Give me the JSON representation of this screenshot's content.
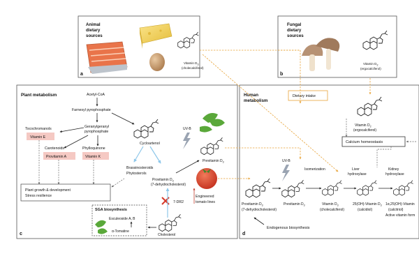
{
  "panels": {
    "a": {
      "letter": "a",
      "title_line1": "Animal",
      "title_line2": "dietary",
      "title_line3": "sources",
      "vitamin_d3": "Vitamin D",
      "vitamin_d3_sub": "3",
      "cholecalciferol": "(cholecalciferol)"
    },
    "b": {
      "letter": "b",
      "title_line1": "Fungal",
      "title_line2": "dietary",
      "title_line3": "sources",
      "vitamin_d2": "Vitamin D",
      "vitamin_d2_sub": "2",
      "ergocalciferol": "(ergocalciferol)"
    },
    "c": {
      "letter": "c",
      "title": "Plant metabolism"
    },
    "d": {
      "letter": "d",
      "title_line1": "Human",
      "title_line2": "metabolism"
    }
  },
  "plant": {
    "acetyl_coa": "Acetyl-CoA",
    "farnesyl": "Farnesyl pyrophosphate",
    "ggpp_line1": "Geranylgeranyl",
    "ggpp_line2": "pyrophosphate",
    "tocochromanols": "Tocochromanols",
    "vitamin_e": "Vitamin E",
    "carotenoids": "Carotenoids",
    "provitamin_a": "Provitamin A",
    "phylloquinone": "Phylloquinone",
    "vitamin_k": "Vitamin K",
    "cycloartenol": "Cycloartenol",
    "brassinosteroids": "Brassinosteroids",
    "phytosterols": "Phytosterols",
    "provit_d3": "Provitamin D",
    "provit_d3_sub": "3",
    "dehydrocholesterol": "(7-dehydrocholesterol)",
    "uvb": "UV-B",
    "previt_d3": "Previtamin D",
    "previt_d3_sub": "3",
    "engineered_line1": "Engineered",
    "engineered_line2": "tomato lines",
    "dr2": "7-DR2",
    "growth_line1": "Plant growth & development",
    "growth_line2": "Stress resilience",
    "sga_title": "SGA biosynthesis",
    "esculeoside": "Esculeoside A, B",
    "tomatine": "α-Tomatine",
    "cholesterol": "Cholesterol"
  },
  "human": {
    "dietary_intake": "Dietary intake",
    "vitamin_d2": "Vitamin D",
    "vitamin_d2_sub": "2",
    "ergocalciferol": "(ergocalciferol)",
    "calcium": "Calcium homeostasis",
    "uvb": "UV-B",
    "isomerization": "Isomerization",
    "liver_line1": "Liver",
    "liver_line2": "hydroxylase",
    "kidney_line1": "Kidney",
    "kidney_line2": "hydroxylase",
    "provit_d3": "Provitamin D",
    "provit_d3_sub": "3",
    "dehydro": "(7-dehydrocholesterol)",
    "previt_d3": "Previtamin D",
    "previt_d3_sub": "3",
    "vit_d3": "Vitamin D",
    "vit_d3_sub": "3",
    "chole": "(cholecalciferol)",
    "oh25_pre": "25(OH)-Vitamin D",
    "oh25_sub": "3",
    "calcidiol": "(calcidiol)",
    "oh125_pre": "1α,25(OH)-Vitamin",
    "calcitriol": "(calcitriol)",
    "active": "Active vitamin form",
    "endogenous": "Endogenous biosynthesis"
  },
  "colors": {
    "pink_box": "#f5c9c3",
    "orange_dashed": "#e8a43a",
    "blue_arrow": "#8ec7ea",
    "green_plant": "#5aa83a",
    "tomato_red": "#d9402a",
    "red_cross": "#d63a2a"
  }
}
